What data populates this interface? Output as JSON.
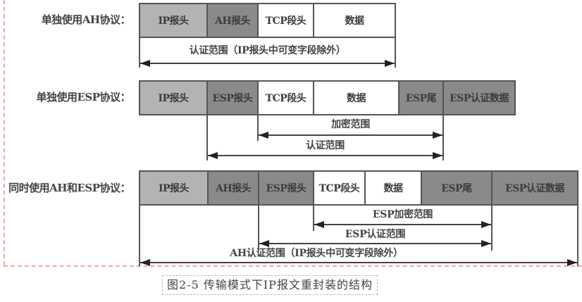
{
  "figure": {
    "caption": "图2-5 传输模式下IP报文重封装的结构"
  },
  "colors": {
    "ip_header": "#b3b3b3",
    "protocol_header": "#8a8a8a",
    "payload": "#ffffff",
    "trailer": "#8a8a8a",
    "border": "#555555",
    "frame_dashed": "#f0a8a4"
  },
  "rows": [
    {
      "label": "单独使用AH协议：",
      "segments": [
        {
          "label": "IP报头",
          "type": "ip_header"
        },
        {
          "label": "AH报头",
          "type": "protocol_header"
        },
        {
          "label": "TCP段头",
          "type": "payload"
        },
        {
          "label": "数据",
          "type": "payload"
        }
      ],
      "ranges": [
        {
          "label": "认证范围（IP报头中可变字段除外）",
          "from": "IP报头",
          "to": "数据"
        }
      ]
    },
    {
      "label": "单独使用ESP协议：",
      "segments": [
        {
          "label": "IP报头",
          "type": "ip_header"
        },
        {
          "label": "ESP报头",
          "type": "protocol_header"
        },
        {
          "label": "TCP段头",
          "type": "payload"
        },
        {
          "label": "数据",
          "type": "payload"
        },
        {
          "label": "ESP尾",
          "type": "trailer"
        },
        {
          "label": "ESP认证数据",
          "type": "trailer"
        }
      ],
      "ranges": [
        {
          "label": "加密范围",
          "from": "TCP段头",
          "to": "ESP尾"
        },
        {
          "label": "认证范围",
          "from": "ESP报头",
          "to": "ESP尾"
        }
      ]
    },
    {
      "label": "同时使用AH和ESP协议：",
      "segments": [
        {
          "label": "IP报头",
          "type": "ip_header"
        },
        {
          "label": "AH报头",
          "type": "protocol_header"
        },
        {
          "label": "ESP报头",
          "type": "protocol_header"
        },
        {
          "label": "TCP段头",
          "type": "payload"
        },
        {
          "label": "数据",
          "type": "payload"
        },
        {
          "label": "ESP尾",
          "type": "trailer"
        },
        {
          "label": "ESP认证数据",
          "type": "trailer"
        }
      ],
      "ranges": [
        {
          "label": "ESP加密范围",
          "from": "TCP段头",
          "to": "ESP尾"
        },
        {
          "label": "ESP认证范围",
          "from": "ESP报头",
          "to": "ESP尾"
        },
        {
          "label": "AH认证范围（IP报头中可变字段除外）",
          "from": "IP报头",
          "to": "ESP认证数据"
        }
      ]
    }
  ]
}
